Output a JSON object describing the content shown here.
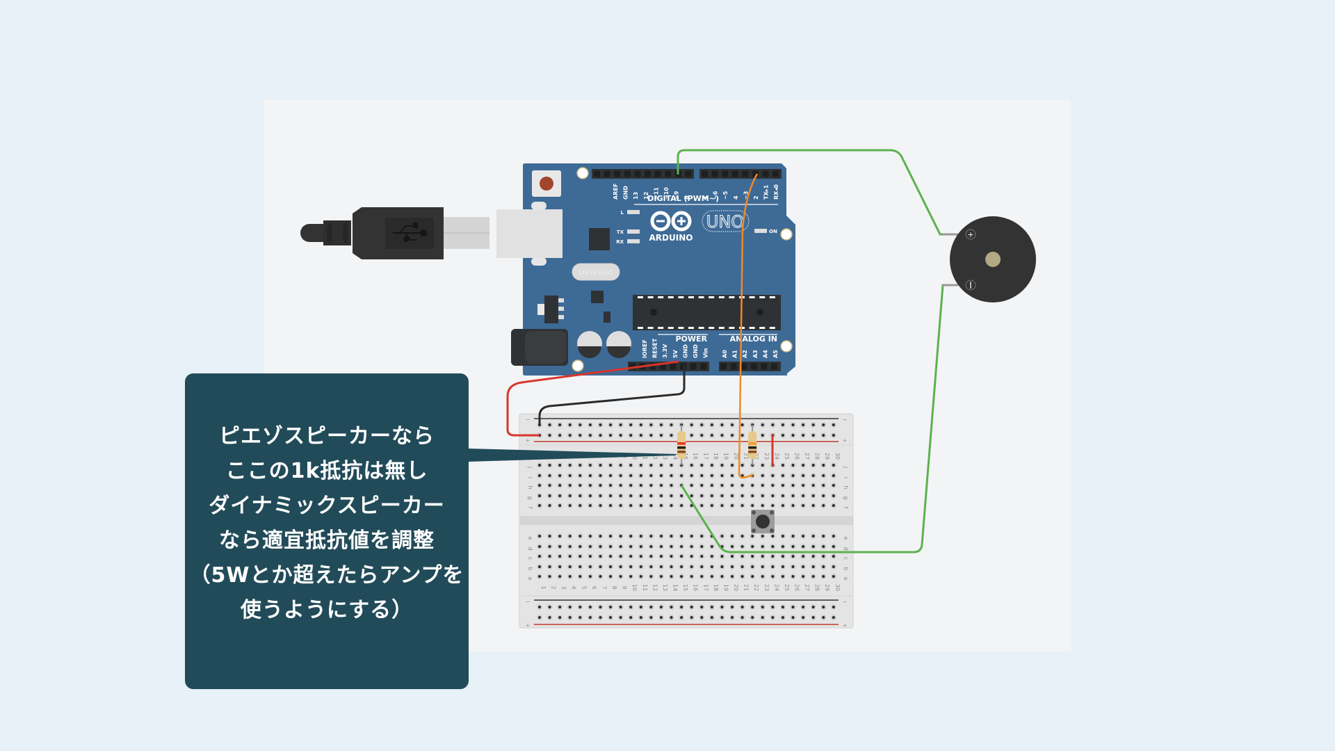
{
  "canvas": {
    "background": "#f3f4f6",
    "page_background": "#e7f1f7"
  },
  "callout": {
    "background": "#224b59",
    "lines": [
      "ピエゾスピーカーなら",
      "ここの1k抵抗は無し",
      "ダイナミックスピーカー",
      "なら適宜抵抗値を調整",
      "（5Wとか超えたらアンプを",
      "使うようにする）"
    ]
  },
  "arduino": {
    "board_color": "#3e6a96",
    "logo_text": "ARDUINO",
    "model": "UNO",
    "crystal_text": "SPK16.000G",
    "digital_header_label": "DIGITAL (PWM~)",
    "digital_pins_left": [
      "AREF",
      "GND",
      "13",
      "12",
      "~11",
      "~10",
      "~9",
      "8"
    ],
    "digital_pins_right": [
      "7",
      "~6",
      "~5",
      "4",
      "~3",
      "2",
      "TX▸1",
      "RX◂0"
    ],
    "power_label": "POWER",
    "power_pins": [
      "IOREF",
      "RESET",
      "3.3V",
      "5V",
      "GND",
      "GND",
      "Vin"
    ],
    "analog_label": "ANALOG IN",
    "analog_pins": [
      "A0",
      "A1",
      "A2",
      "A3",
      "A4",
      "A5"
    ],
    "led_labels": {
      "l": "L",
      "tx": "TX",
      "rx": "RX",
      "on": "ON"
    }
  },
  "breadboard": {
    "columns": 30,
    "top_rows": [
      "j",
      "i",
      "h",
      "g",
      "f"
    ],
    "bottom_rows": [
      "e",
      "d",
      "c",
      "b",
      "a"
    ],
    "rail_minus": "−",
    "rail_plus": "+"
  },
  "components": {
    "resistors": [
      {
        "name": "resistor-1",
        "column": 15,
        "bands": [
          "#e8332a",
          "#1e1e1e",
          "#8a4a1f"
        ]
      },
      {
        "name": "resistor-2",
        "column": 22,
        "bands": [
          "#f29a2e",
          "#1e1e1e",
          "#8a4a1f"
        ]
      }
    ],
    "pushbutton": {
      "columns": [
        22,
        24
      ]
    },
    "piezo": {
      "plus": "+",
      "minus": "−"
    }
  },
  "wires": {
    "colors": {
      "red": "#d9342b",
      "black": "#2b2b2b",
      "green": "#5bb24d",
      "orange": "#f08a24"
    }
  }
}
